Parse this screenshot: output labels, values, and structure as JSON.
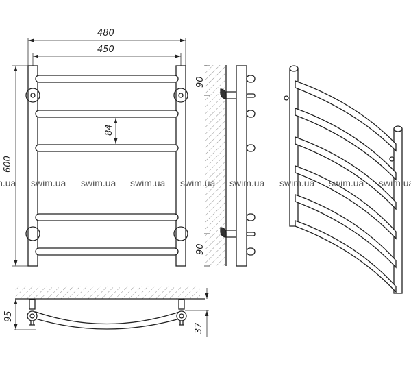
{
  "dimensions": {
    "overall_width": "480",
    "center_distance": "450",
    "height": "600",
    "rung_spacing": "84",
    "top_mount_offset": "90",
    "bottom_mount_offset": "90",
    "wall_depth": "95",
    "mount_depth": "37"
  },
  "watermark": {
    "text": "swim.ua",
    "repeats": 9
  }
}
